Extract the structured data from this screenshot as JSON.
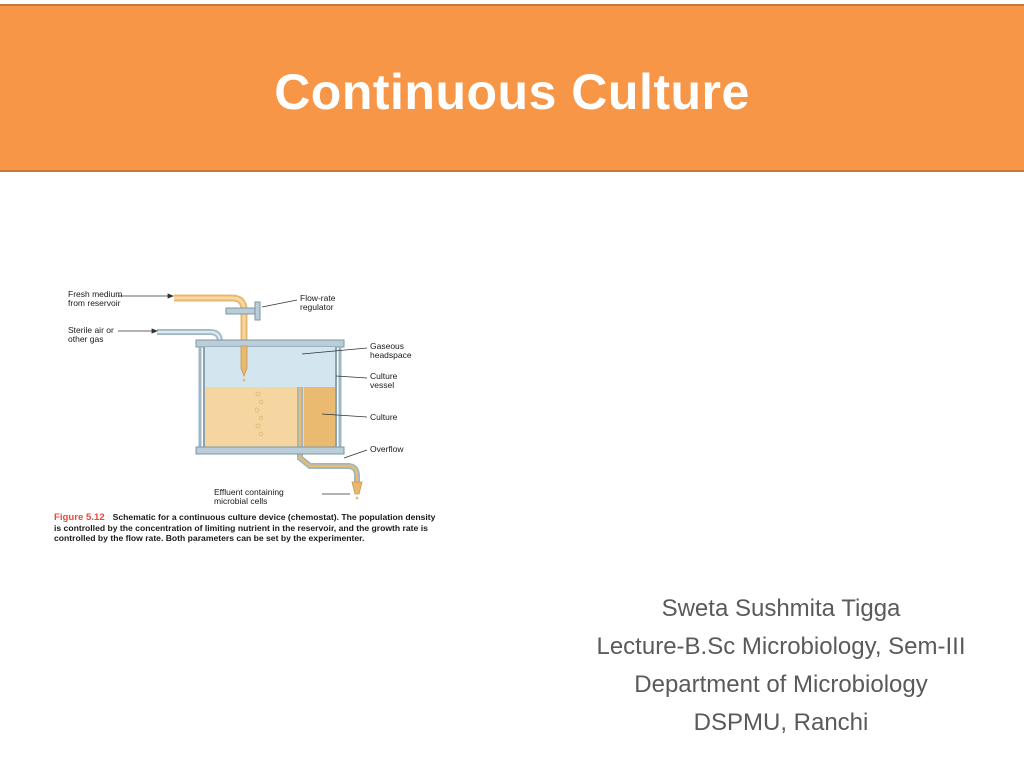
{
  "slide": {
    "title": "Continuous Culture"
  },
  "figure": {
    "labels": {
      "fresh_medium": "Fresh medium\nfrom reservoir",
      "sterile_air": "Sterile air or\nother gas",
      "flow_rate": "Flow-rate\nregulator",
      "gaseous_headspace": "Gaseous\nheadspace",
      "culture_vessel": "Culture\nvessel",
      "culture": "Culture",
      "overflow": "Overflow",
      "effluent": "Effluent containing\nmicrobial cells"
    },
    "caption": {
      "number": "Figure 5.12",
      "text": "Schematic for a continuous culture device (chemostat). The population density is controlled by the concentration of limiting nutrient in the reservoir, and the growth rate is controlled by the flow rate. Both parameters can be set by the experimenter."
    }
  },
  "author": {
    "name": "Sweta Sushmita Tigga",
    "course": "Lecture-B.Sc Microbiology, Sem-III",
    "department": "Department of Microbiology",
    "institution": "DSPMU, Ranchi"
  },
  "colors": {
    "header": "#f79646",
    "title_text": "#ffffff",
    "figure_number": "#e8483c",
    "author_text": "#5a5a5a"
  }
}
